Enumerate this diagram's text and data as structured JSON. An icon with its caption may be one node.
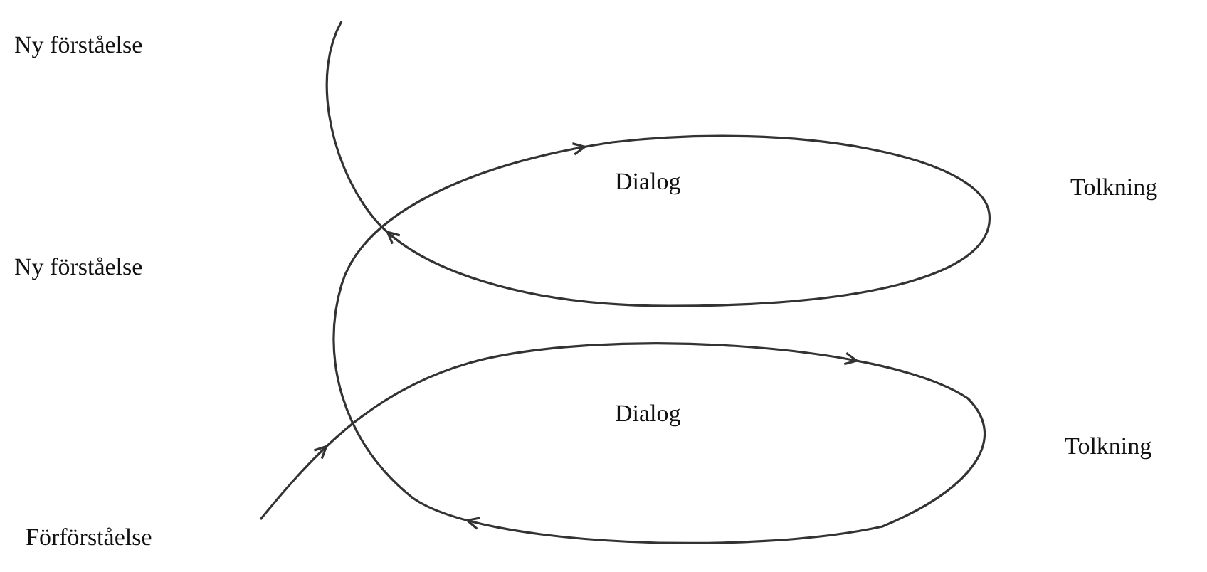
{
  "diagram": {
    "labels": [
      "Ny förståelse",
      "Dialog",
      "Tolkning",
      "Ny förståelse",
      "Dialog",
      "Tolkning",
      "Förförståelse"
    ]
  }
}
